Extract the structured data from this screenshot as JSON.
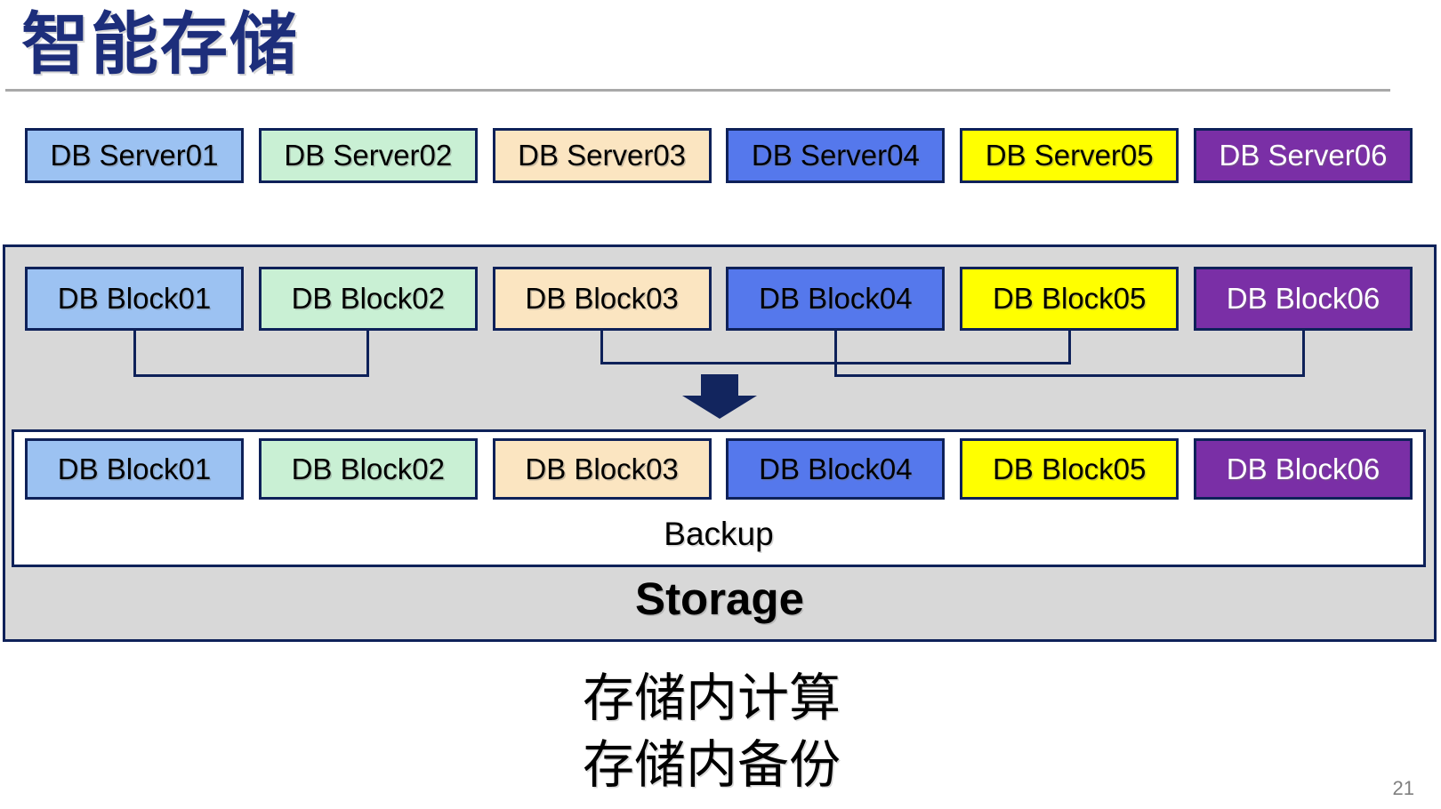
{
  "slide": {
    "title": "智能存储",
    "page_number": "21"
  },
  "colors": {
    "title_navy": "#1D2E7B",
    "border_navy": "#0E2159",
    "arrow_navy": "#12255E",
    "container_gray": "#D8D8D8",
    "rule_gray": "#A9A9A9",
    "page_number_gray": "#808080",
    "box_light_blue": "#9CC2F2",
    "box_mint_green": "#C9F0D4",
    "box_tan": "#FBE5C1",
    "box_royal_blue": "#5578EC",
    "box_yellow": "#FFFF00",
    "box_purple": "#7A2FA6"
  },
  "server_row": [
    {
      "label": "DB Server01",
      "fill": "#9CC2F2",
      "text": "#000000"
    },
    {
      "label": "DB Server02",
      "fill": "#C9F0D4",
      "text": "#000000"
    },
    {
      "label": "DB Server03",
      "fill": "#FBE5C1",
      "text": "#000000"
    },
    {
      "label": "DB Server04",
      "fill": "#5578EC",
      "text": "#000000"
    },
    {
      "label": "DB Server05",
      "fill": "#FFFF00",
      "text": "#000000"
    },
    {
      "label": "DB Server06",
      "fill": "#7A2FA6",
      "text": "#FFFFFF"
    }
  ],
  "storage": {
    "label": "Storage",
    "blocks_top": [
      {
        "label": "DB Block01",
        "fill": "#9CC2F2",
        "text": "#000000"
      },
      {
        "label": "DB Block02",
        "fill": "#C9F0D4",
        "text": "#000000"
      },
      {
        "label": "DB Block03",
        "fill": "#FBE5C1",
        "text": "#000000"
      },
      {
        "label": "DB Block04",
        "fill": "#5578EC",
        "text": "#000000"
      },
      {
        "label": "DB Block05",
        "fill": "#FFFF00",
        "text": "#000000"
      },
      {
        "label": "DB Block06",
        "fill": "#7A2FA6",
        "text": "#FFFFFF"
      }
    ],
    "backup": {
      "label": "Backup",
      "blocks": [
        {
          "label": "DB Block01",
          "fill": "#9CC2F2",
          "text": "#000000"
        },
        {
          "label": "DB Block02",
          "fill": "#C9F0D4",
          "text": "#000000"
        },
        {
          "label": "DB Block03",
          "fill": "#FBE5C1",
          "text": "#000000"
        },
        {
          "label": "DB Block04",
          "fill": "#5578EC",
          "text": "#000000"
        },
        {
          "label": "DB Block05",
          "fill": "#FFFF00",
          "text": "#000000"
        },
        {
          "label": "DB Block06",
          "fill": "#7A2FA6",
          "text": "#FFFFFF"
        }
      ]
    }
  },
  "caption": {
    "line1": "存储内计算",
    "line2": "存储内备份"
  }
}
